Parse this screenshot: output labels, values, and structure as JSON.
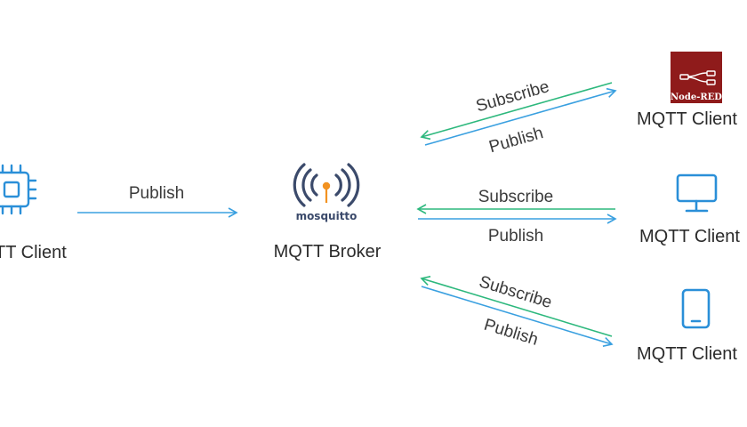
{
  "colors": {
    "publish": "#3aa0e0",
    "subscribe": "#2db87d",
    "icon": "#2a8fd8",
    "text": "#2b2b2b",
    "node_red": "#8f1b1b",
    "mosquitto_dark": "#3b4a6b",
    "mosquitto_orange": "#f29221"
  },
  "nodes": {
    "left_client": {
      "label": "TT Client",
      "icon": "chip-icon"
    },
    "broker": {
      "label": "MQTT Broker",
      "icon": "mosquitto-logo",
      "logo_text": "mosquitto"
    },
    "node_red_client": {
      "label": "MQTT Client",
      "icon": "node-red-logo",
      "logo_text": "Node-RED"
    },
    "desktop_client": {
      "label": "MQTT Client",
      "icon": "desktop-monitor-icon"
    },
    "mobile_client": {
      "label": "MQTT Client",
      "icon": "mobile-phone-icon"
    }
  },
  "edges": {
    "left_publish": {
      "label": "Publish"
    },
    "top_subscribe": {
      "label": "Subscribe"
    },
    "top_publish": {
      "label": "Publish"
    },
    "middle_subscribe": {
      "label": "Subscribe"
    },
    "middle_publish": {
      "label": "Publish"
    },
    "bottom_subscribe": {
      "label": "Subscribe"
    },
    "bottom_publish": {
      "label": "Publish"
    }
  }
}
